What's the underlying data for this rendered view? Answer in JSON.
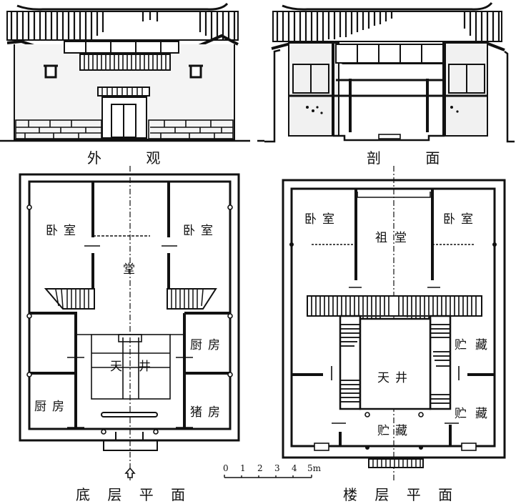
{
  "figure": {
    "panels": [
      {
        "id": "elevation",
        "caption": [
          "外",
          "观"
        ]
      },
      {
        "id": "section",
        "caption": [
          "剖",
          "面"
        ]
      },
      {
        "id": "ground-floor-plan",
        "caption": [
          "底",
          "层",
          "平",
          "面"
        ],
        "rooms": {
          "bedroom_left": "卧室",
          "bedroom_right": "卧室",
          "hall": "堂",
          "courtyard_left": "天",
          "courtyard_right": "井",
          "kitchen_right": "厨房",
          "kitchen_left": "厨房",
          "pigsty": "猪房"
        }
      },
      {
        "id": "upper-floor-plan",
        "caption": [
          "楼",
          "层",
          "平",
          "面"
        ],
        "rooms": {
          "bedroom_left": "卧室",
          "bedroom_right": "卧室",
          "ancestral_hall": "祖堂",
          "courtyard": "天井",
          "storage_right_top": "贮藏",
          "storage_right_bottom": "贮藏",
          "storage_center": "贮藏"
        }
      }
    ],
    "scale_bar": {
      "ticks": [
        "0",
        "1",
        "2",
        "3",
        "4",
        "5m"
      ]
    },
    "colors": {
      "ink": "#111111",
      "paper": "#ffffff",
      "hatch": "#222222"
    }
  }
}
